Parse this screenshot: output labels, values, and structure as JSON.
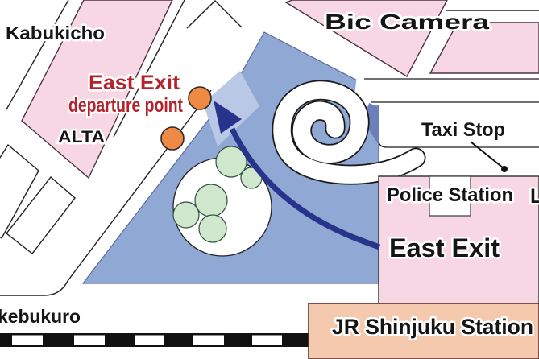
{
  "map": {
    "description": "Street map of the JR Shinjuku Station East Exit area showing the East Exit departure point",
    "labels": {
      "kabukicho": "Kabukicho",
      "bic_camera": "Bic Camera",
      "departure_line1": "East Exit",
      "departure_line2": "departure point",
      "alta": "ALTA",
      "taxi_stop": "Taxi Stop",
      "police_station": "Police Station",
      "east_exit": "East Exit",
      "jr_station": "JR Shinjuku Station",
      "ikebukuro_partial": "kebukuro",
      "right_edge_fragment": "L"
    },
    "markers": {
      "departure_points_count": 2,
      "marker_color": "#ef8a45",
      "route_arrow_color": "#28338c",
      "route": "from East Exit station building curving northwest to the departure point markers"
    },
    "colors": {
      "building_pink": "#f8d7e4",
      "station_salmon": "#f5c9ae",
      "plaza_blue": "#8fa9d4",
      "plaza_light_blue": "#b9c8e4",
      "plaza_shadow_blue": "#6d7fb8",
      "tree_green": "#cfe8cd",
      "label_red": "#b5222c",
      "railway_black": "#111111",
      "road_line": "#222222"
    },
    "features": [
      "kabukicho-street-grid",
      "alta-building",
      "bic-camera-building",
      "northeast-building",
      "east-exit-plaza",
      "rotary-spiral-road",
      "fountain-circle",
      "tree-clusters",
      "route-arrow",
      "departure-point-markers",
      "taxi-stop-pointer",
      "police-station-building",
      "east-exit-station-building",
      "jr-shinjuku-station-building",
      "railway-line"
    ]
  }
}
